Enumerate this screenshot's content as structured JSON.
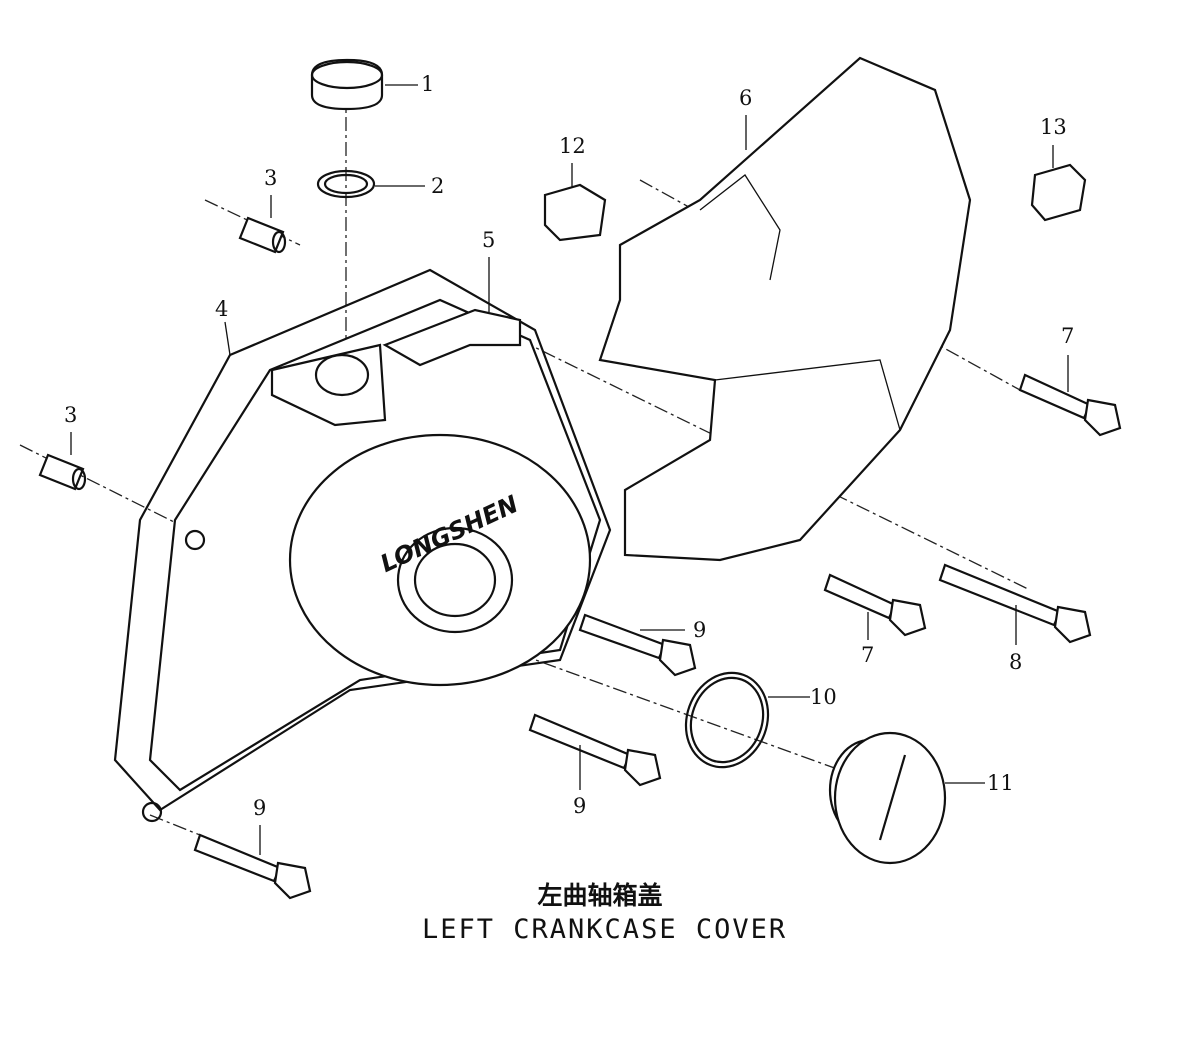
{
  "title": {
    "chinese": "左曲轴箱盖",
    "english": "LEFT CRANKCASE COVER"
  },
  "logo_text": "LONGSHEN",
  "callouts": [
    "1",
    "2",
    "3",
    "3",
    "4",
    "5",
    "6",
    "12",
    "13",
    "7",
    "7",
    "8",
    "9",
    "10",
    "11",
    "9",
    "9"
  ]
}
